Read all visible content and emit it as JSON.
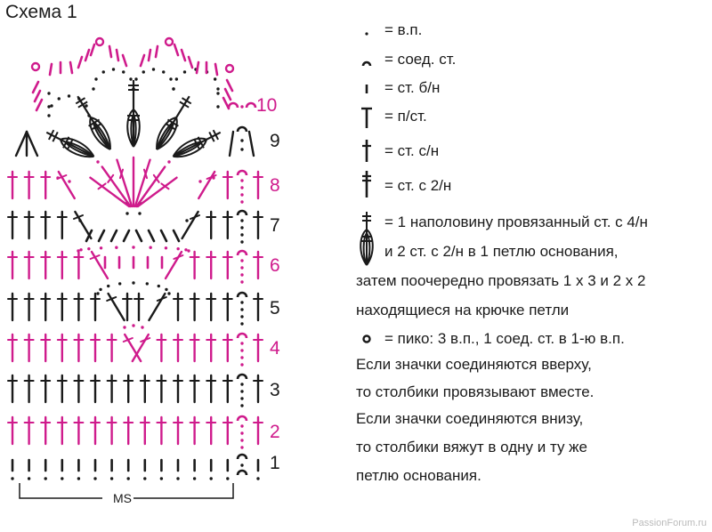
{
  "title": "Схема 1",
  "colors": {
    "pink": "#cf1b8c",
    "black": "#1a1a1a"
  },
  "row_numbers": [
    "1",
    "2",
    "3",
    "4",
    "5",
    "6",
    "7",
    "8",
    "9",
    "10"
  ],
  "repeat_label": "MS",
  "legend": [
    {
      "icon": "chain-dot-icon",
      "text": "= в.п."
    },
    {
      "icon": "slip-stitch-arc-icon",
      "text": "= соед. ст."
    },
    {
      "icon": "single-crochet-icon",
      "text": "= ст. б/н"
    },
    {
      "icon": "half-double-crochet-icon",
      "text": "= п/ст."
    },
    {
      "icon": "double-crochet-icon",
      "text": "= ст. с/н"
    },
    {
      "icon": "treble-crochet-icon",
      "text": "= ст. с 2/н"
    },
    {
      "icon": "cluster-icon",
      "text": "= 1 наполовину провязанный ст. с 4/н"
    },
    {
      "icon": "",
      "text": "и 2 ст. с 2/н в 1 петлю основания,"
    },
    {
      "icon": "",
      "text": "затем поочередно провязать 1 х 3 и 2 х 2"
    },
    {
      "icon": "",
      "text": "находящиеся на крючке петли"
    },
    {
      "icon": "picot-icon",
      "text": "= пико: 3 в.п., 1 соед. ст. в 1-ю в.п."
    },
    {
      "icon": "",
      "text": "Если значки соединяются вверху,"
    },
    {
      "icon": "",
      "text": "то столбики провязывают вместе."
    },
    {
      "icon": "",
      "text": "Если значки соединяются внизу,"
    },
    {
      "icon": "",
      "text": "то столбики вяжут в одну и ту же"
    },
    {
      "icon": "",
      "text": "петлю основания."
    }
  ],
  "watermark": "PassionForum.ru"
}
